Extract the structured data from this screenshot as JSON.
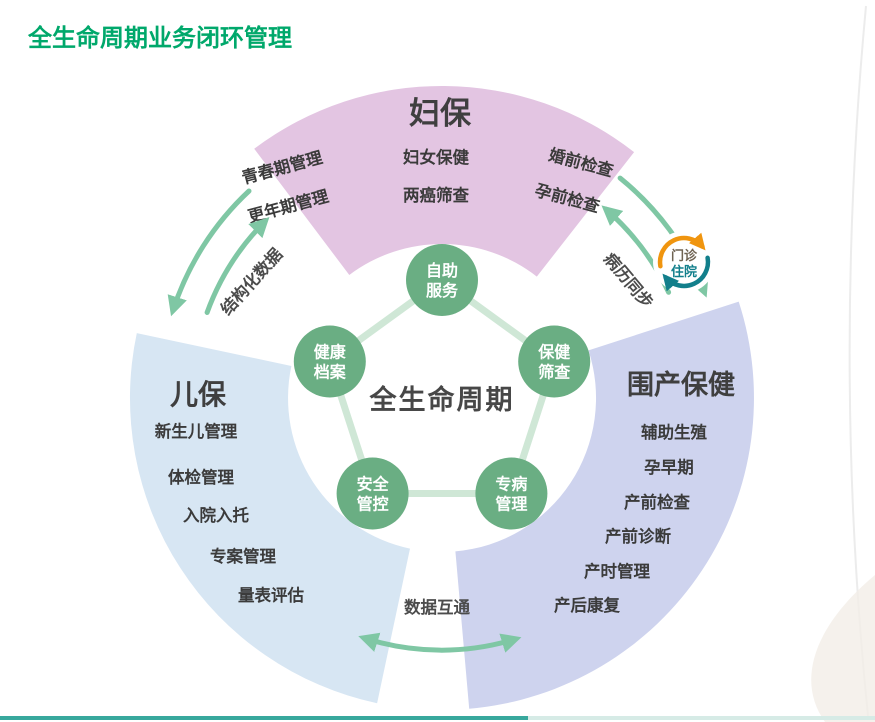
{
  "page": {
    "title": "全生命周期业务闭环管理"
  },
  "diagram": {
    "center_label": "全生命周期",
    "pentagon_nodes": [
      {
        "line1": "自助",
        "line2": "服务"
      },
      {
        "line1": "健康",
        "line2": "档案"
      },
      {
        "line1": "保健",
        "line2": "筛查"
      },
      {
        "line1": "安全",
        "line2": "管控"
      },
      {
        "line1": "专病",
        "line2": "管理"
      }
    ],
    "sectors": {
      "fubao": {
        "title": "妇保",
        "items_left": [
          "青春期管理",
          "更年期管理"
        ],
        "items_center": [
          "妇女保健",
          "两癌筛查"
        ],
        "items_right": [
          "婚前检查",
          "孕前检查"
        ]
      },
      "erbao": {
        "title": "儿保",
        "items": [
          "新生儿管理",
          "体检管理",
          "入院入托",
          "专案管理",
          "量表评估"
        ]
      },
      "weichan": {
        "title": "围产保健",
        "items": [
          "辅助生殖",
          "孕早期",
          "产前检查",
          "产前诊断",
          "产时管理",
          "产后康复"
        ]
      }
    },
    "connectors": {
      "upper_left": "结构化数据",
      "upper_right": "病历同步",
      "bottom": "数据互通"
    },
    "badge": {
      "line1": "门诊",
      "line2": "住院"
    },
    "colors": {
      "title_green": "#00a86b",
      "sector_fubao": "#e3c5e2",
      "sector_erbao": "#d7e6f3",
      "sector_weichan": "#ced3ee",
      "node_green": "#6aae83",
      "pentagon_line": "#cfe7d6",
      "arrow_green": "#7fc7a4",
      "badge_orange": "#f0950f",
      "badge_teal": "#127f8b",
      "divider_teal": "#38a89d",
      "divider_light": "#d6ebe6"
    }
  }
}
